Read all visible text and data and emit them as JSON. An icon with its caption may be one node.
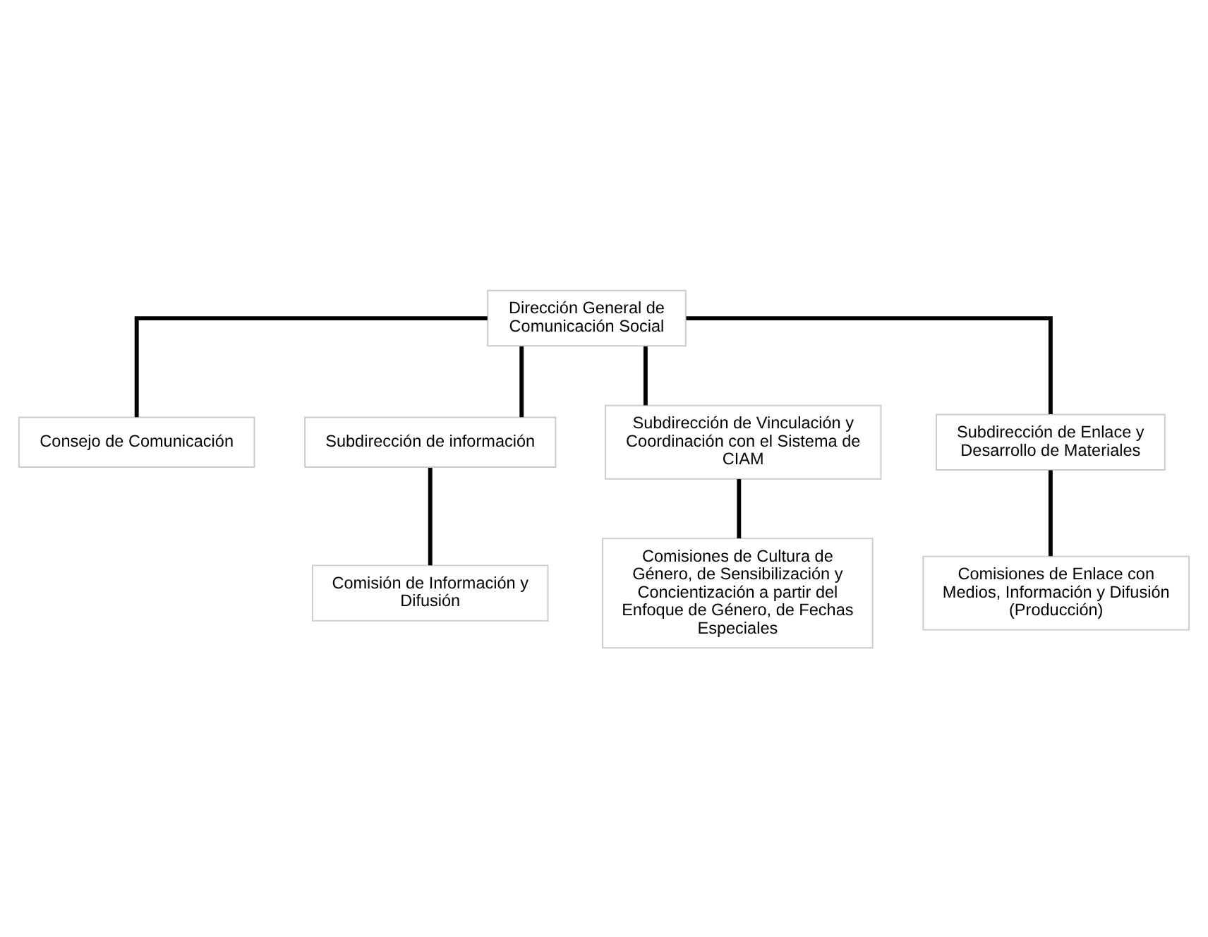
{
  "diagram": {
    "nodes": [
      {
        "text": [
          "Dirección General de Comunicación Social"
        ]
      },
      {
        "text": [
          "Consejo de Comunicación"
        ]
      },
      {
        "text": [
          "Subdirección de información"
        ]
      },
      {
        "text": [
          "Subdirección de Vinculación y Coordinación con el Sistema de CIAM"
        ]
      },
      {
        "text": [
          "Subdirección de Enlace y Desarrollo de Materiales"
        ]
      },
      {
        "text": [
          "Comisión de Información y Difusión"
        ]
      },
      {
        "text": [
          "Comisiones de Cultura de Género, de Sensibilización y Concientización a partir del Enfoque de Género, de Fechas Especiales"
        ]
      },
      {
        "text": [
          "Comisiones de Enlace con Medios, Información y Difusión (Producción)"
        ]
      }
    ],
    "edges": [
      {
        "from": 0,
        "to": 1,
        "arrow": "none"
      },
      {
        "from": 0,
        "to": 2,
        "arrow": "none"
      },
      {
        "from": 0,
        "to": 3,
        "arrow": "none"
      },
      {
        "from": 0,
        "to": 4,
        "arrow": "none"
      },
      {
        "from": 2,
        "to": 5,
        "arrow": "none"
      },
      {
        "from": 3,
        "to": 6,
        "arrow": "none"
      },
      {
        "from": 4,
        "to": 7,
        "arrow": "none"
      }
    ]
  }
}
